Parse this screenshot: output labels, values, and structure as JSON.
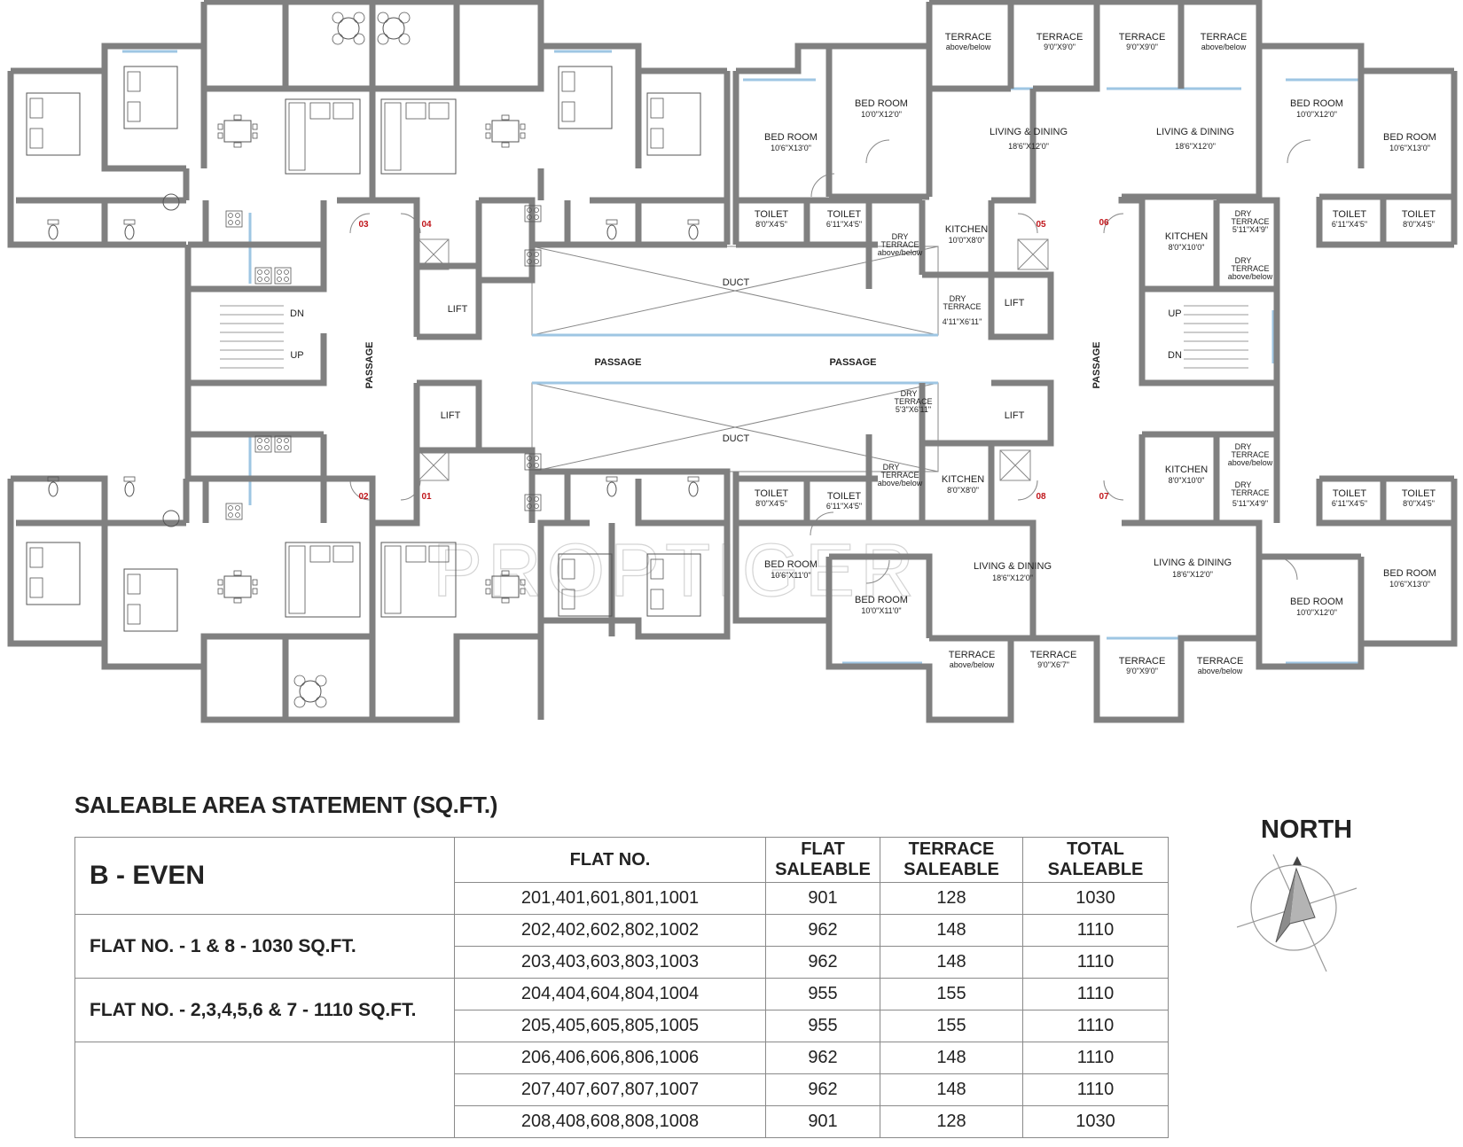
{
  "rooms": {
    "bed_room": "BED ROOM",
    "living_dining": "LIVING & DINING",
    "kitchen": "KITCHEN",
    "toilet": "TOILET",
    "terrace": "TERRACE",
    "dry": "DRY",
    "terrace_caps": "TERRACE",
    "above_below": "above/below",
    "lift": "LIFT",
    "duct": "DUCT",
    "passage": "PASSAGE",
    "dn": "DN",
    "up": "UP"
  },
  "dims": {
    "bed_upper_right_a": "10'6\"X13'0\"",
    "bed_upper_center": "10'0\"X12'0\"",
    "bed_upper_right_c": "10'0\"X12'0\"",
    "bed_upper_far_right": "10'6\"X13'0\"",
    "living_upper_05": "18'6\"X12'0\"",
    "living_upper_06": "18'6\"X12'0\"",
    "kitchen_05": "10'0\"X8'0\"",
    "kitchen_06": "8'0\"X10'0\"",
    "toilet_a": "8'0\"X4'5\"",
    "toilet_b": "6'11\"X4'5\"",
    "toilet_c": "6'11\"X4'5\"",
    "toilet_d": "8'0\"X4'5\"",
    "terrace_upper_b": "9'0\"X9'0\"",
    "terrace_upper_c": "9'0\"X9'0\"",
    "dry_upper_05": "4'11\"X6'11\"",
    "dry_upper_06": "5'11\"X4'9\"",
    "dry_lower_08": "5'3\"X6'11\"",
    "dry_lower_07": "5'11\"X4'9\"",
    "kitchen_08": "8'0\"X8'0\"",
    "kitchen_07": "8'0\"X10'0\"",
    "bed_lower_a": "10'6\"X11'0\"",
    "bed_lower_b": "10'0\"X11'0\"",
    "living_lower_08": "18'6\"X12'0\"",
    "living_lower_07": "18'6\"X12'0\"",
    "bed_lower_c": "10'0\"X12'0\"",
    "bed_lower_d": "10'6\"X13'0\"",
    "toilet_e": "8'0\"X4'5\"",
    "toilet_f": "6'11\"X4'5\"",
    "toilet_g": "6'11\"X4'5\"",
    "toilet_h": "8'0\"X4'5\"",
    "terrace_lower_b": "9'0\"X6'7\"",
    "terrace_lower_c": "9'0\"X9'0\""
  },
  "flat_numbers": [
    "01",
    "02",
    "03",
    "04",
    "05",
    "06",
    "07",
    "08"
  ],
  "watermark": "PROPTIGER",
  "statement": {
    "title": "SALEABLE AREA STATEMENT (SQ.FT.)",
    "block": "B - EVEN",
    "col_flat_no": "FLAT NO.",
    "col_flat_saleable_1": "FLAT",
    "col_flat_saleable_2": "SALEABLE",
    "col_terrace_1": "TERRACE",
    "col_terrace_2": "SALEABLE",
    "col_total_1": "TOTAL",
    "col_total_2": "SALEABLE",
    "group_1": "FLAT NO. -  1 & 8  -      1030 SQ.FT.",
    "group_2": "FLAT NO. -  2,3,4,5,6 & 7 -  1110 SQ.FT.",
    "rows": [
      {
        "flats": "201,401,601,801,1001",
        "flat_saleable": "901",
        "terrace": "128",
        "total": "1030"
      },
      {
        "flats": "202,402,602,802,1002",
        "flat_saleable": "962",
        "terrace": "148",
        "total": "1110"
      },
      {
        "flats": "203,403,603,803,1003",
        "flat_saleable": "962",
        "terrace": "148",
        "total": "1110"
      },
      {
        "flats": "204,404,604,804,1004",
        "flat_saleable": "955",
        "terrace": "155",
        "total": "1110"
      },
      {
        "flats": "205,405,605,805,1005",
        "flat_saleable": "955",
        "terrace": "155",
        "total": "1110"
      },
      {
        "flats": "206,406,606,806,1006",
        "flat_saleable": "962",
        "terrace": "148",
        "total": "1110"
      },
      {
        "flats": "207,407,607,807,1007",
        "flat_saleable": "962",
        "terrace": "148",
        "total": "1110"
      },
      {
        "flats": "208,408,608,808,1008",
        "flat_saleable": "901",
        "terrace": "128",
        "total": "1030"
      }
    ]
  },
  "north": "NORTH",
  "colors": {
    "wall": "#808080",
    "window": "#9ec6e3",
    "flat_number": "#c0161b",
    "compass_fill": "#a6a6a6"
  }
}
